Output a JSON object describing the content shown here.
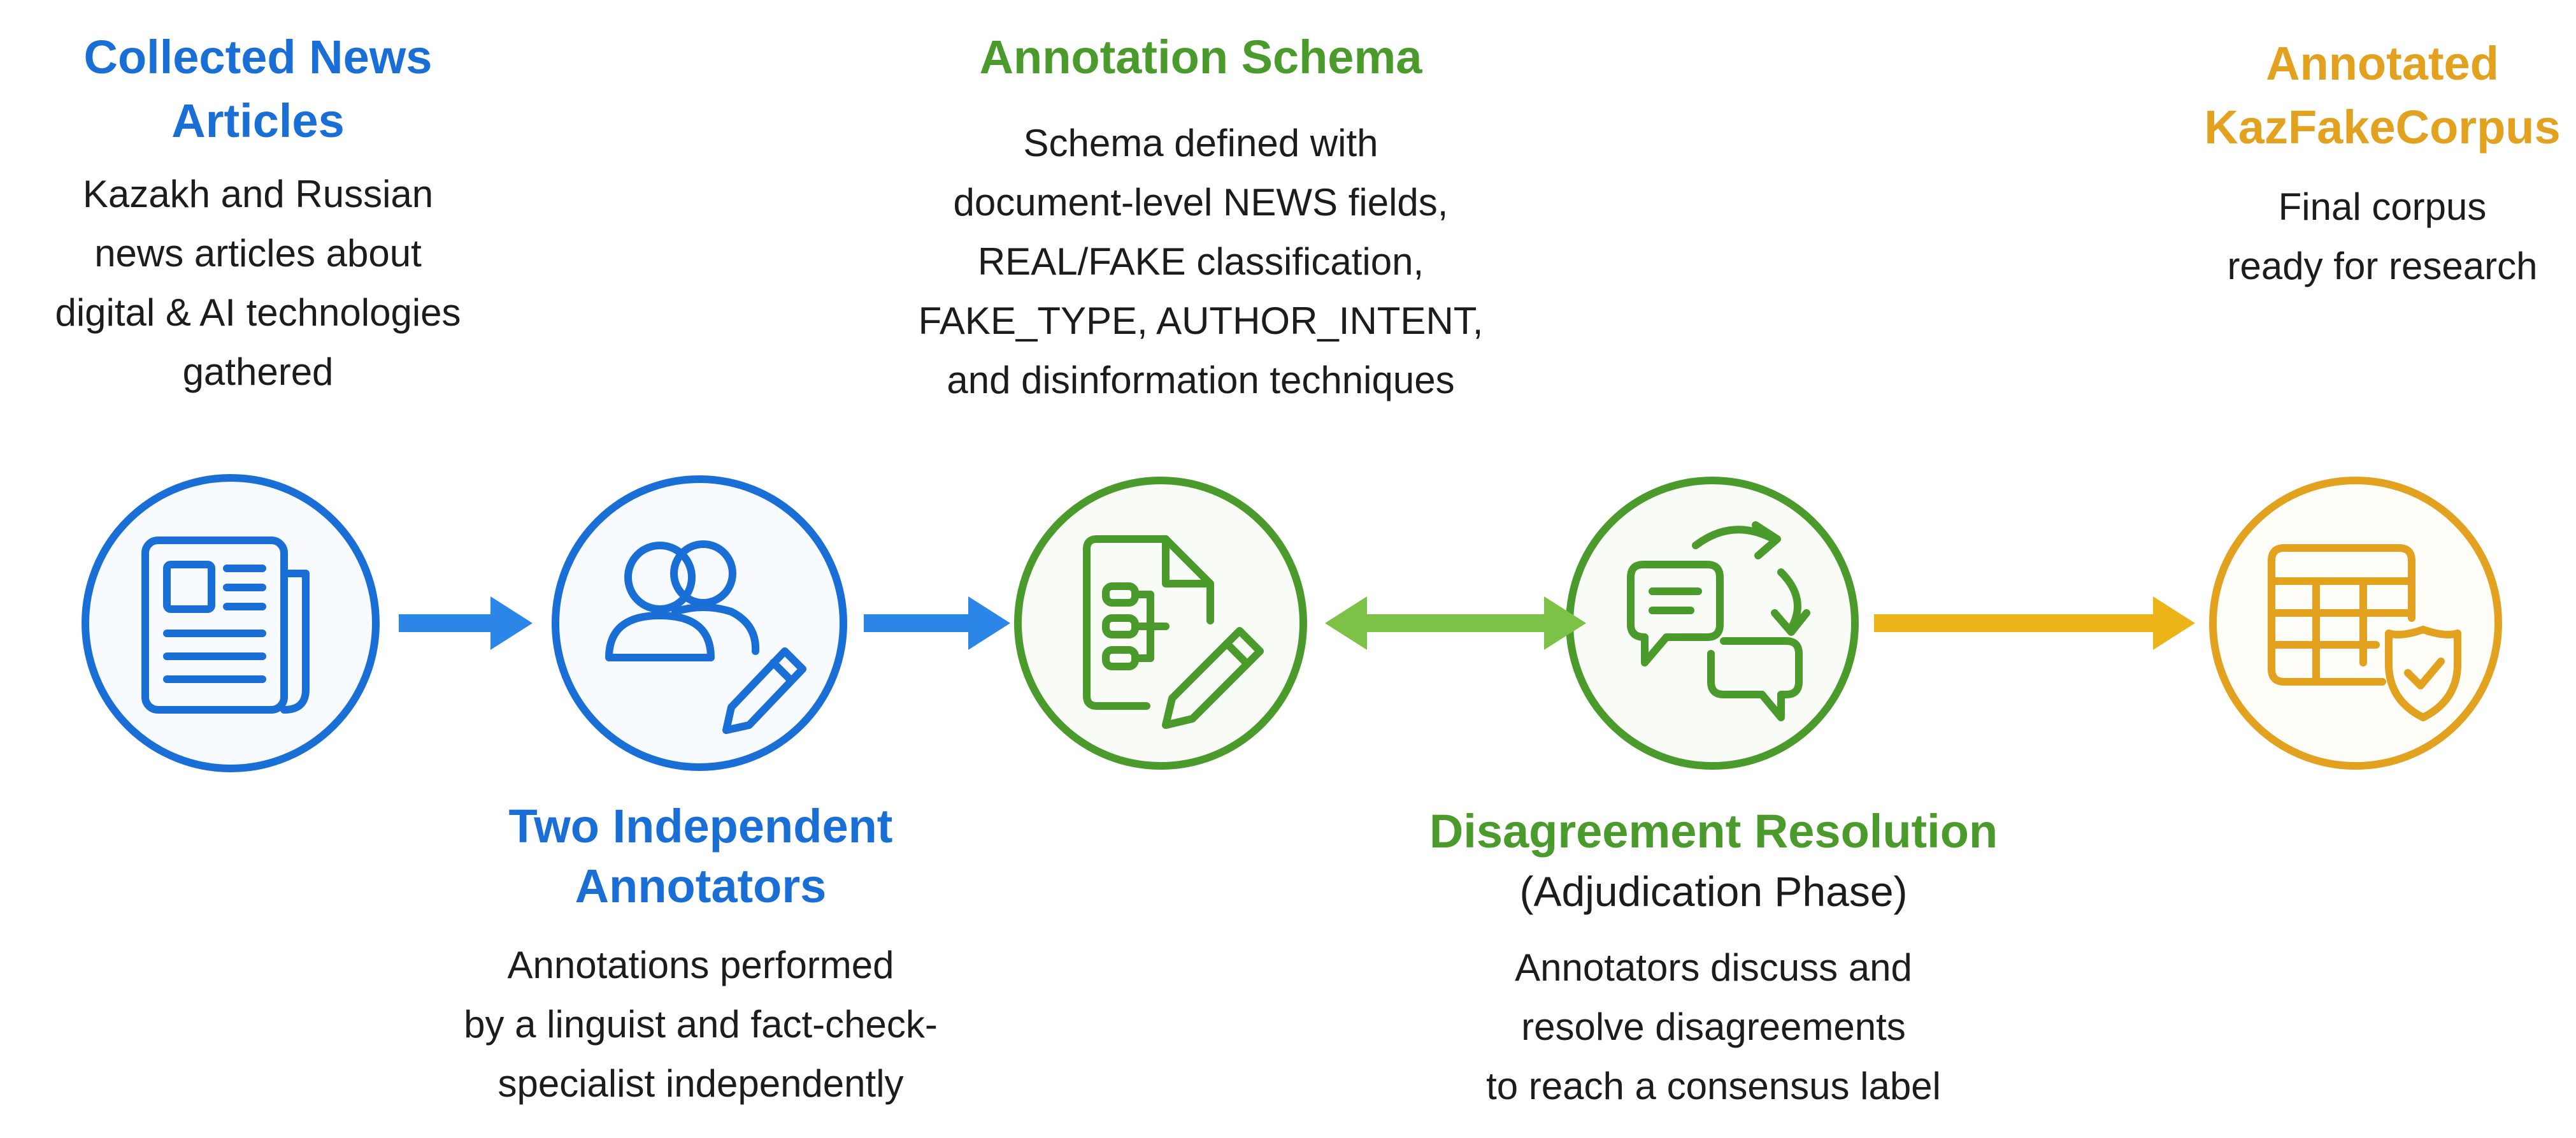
{
  "colors": {
    "blue": "#1a6fd6",
    "blue_arrow": "#2b86e8",
    "green": "#4a9a2c",
    "green_arrow": "#7cc246",
    "gold": "#e2a21f",
    "gold_arrow": "#edb419"
  },
  "steps": [
    {
      "title_lines": [
        "Collected News",
        "Articles"
      ],
      "description_lines": [
        "Kazakh and Russian",
        "news articles about",
        "digital & AI technologies",
        "gathered"
      ],
      "icon": "newspaper-icon",
      "color": "blue"
    },
    {
      "title_lines": [
        "Two Independent",
        "Annotators"
      ],
      "description_lines": [
        "Annotations performed",
        "by a linguist and fact-check-",
        "specialist independently"
      ],
      "icon": "annotators-icon",
      "color": "blue"
    },
    {
      "title_lines": [
        "Annotation Schema"
      ],
      "description_lines": [
        "Schema defined with",
        "document-level NEWS fields,",
        "REAL/FAKE classification,",
        "FAKE_TYPE, AUTHOR_INTENT,",
        "and disinformation techniques"
      ],
      "icon": "schema-document-icon",
      "color": "green"
    },
    {
      "title_lines": [
        "Disagreement Resolution"
      ],
      "subtitle": "(Adjudication Phase)",
      "description_lines": [
        "Annotators discuss and",
        "resolve disagreements",
        "to reach a consensus label"
      ],
      "icon": "discussion-icon",
      "color": "green"
    },
    {
      "title_lines": [
        "Annotated",
        "KazFakeCorpus"
      ],
      "description_lines": [
        "Final corpus",
        "ready for research"
      ],
      "icon": "verified-table-icon",
      "color": "gold"
    }
  ],
  "connectors": [
    {
      "from": "Collected News Articles",
      "to": "Two Independent Annotators",
      "style": "single-arrow",
      "color": "blue"
    },
    {
      "from": "Two Independent Annotators",
      "to": "Annotation Schema",
      "style": "single-arrow",
      "color": "blue"
    },
    {
      "from": "Annotation Schema",
      "to": "Disagreement Resolution",
      "style": "double-arrow",
      "color": "green"
    },
    {
      "from": "Disagreement Resolution",
      "to": "Annotated KazFakeCorpus",
      "style": "single-arrow",
      "color": "gold"
    }
  ]
}
